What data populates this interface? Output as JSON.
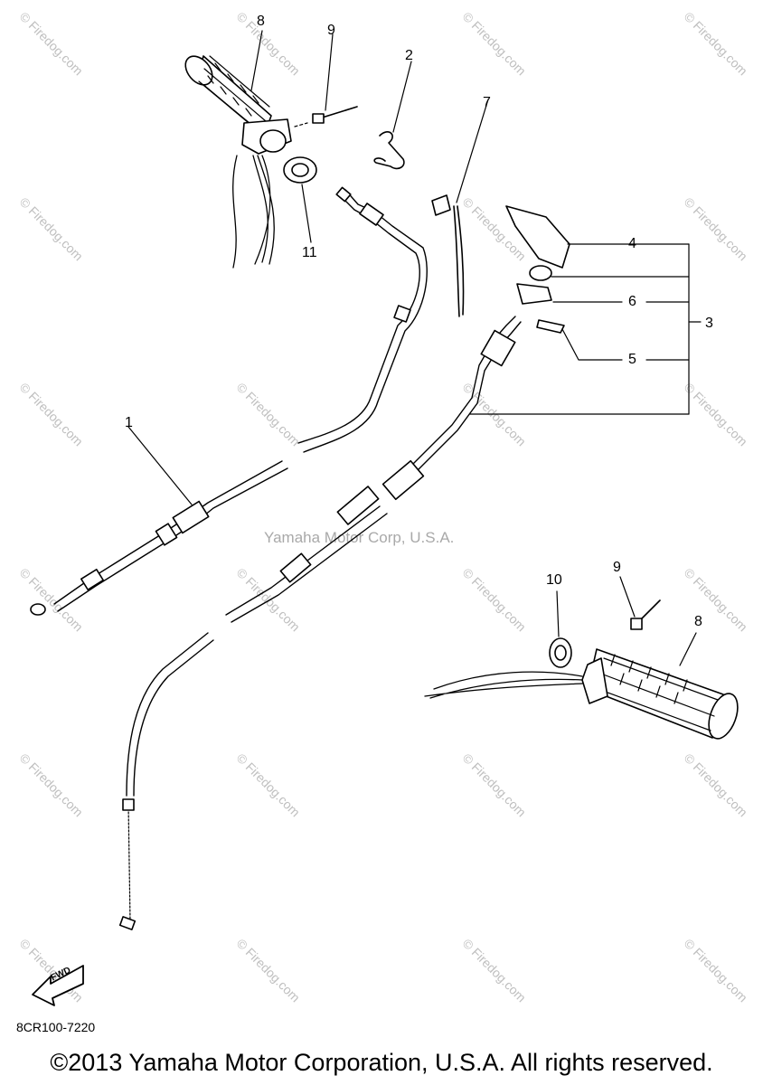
{
  "watermark": {
    "text": "© Firedog.com"
  },
  "center_watermark": "Yamaha Motor Corp, U.S.A.",
  "callouts": [
    "1",
    "2",
    "3",
    "4",
    "5",
    "6",
    "7",
    "8",
    "9",
    "10",
    "11"
  ],
  "fwd_label": "FWD",
  "diagram_code": "8CR100-7220",
  "copyright": "©2013 Yamaha Motor Corporation, U.S.A. All rights reserved.",
  "colors": {
    "ink": "#000000",
    "watermark": "#bfbfbf"
  }
}
